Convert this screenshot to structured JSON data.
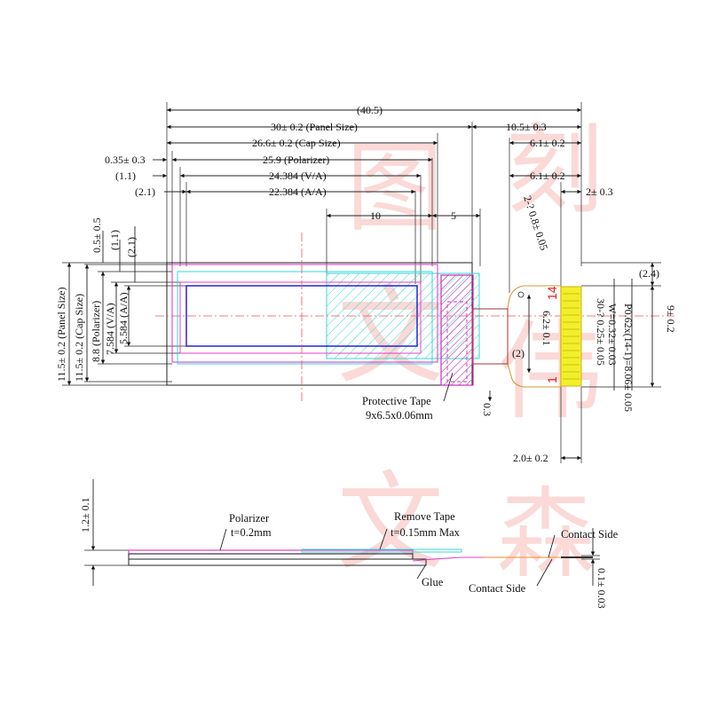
{
  "top_dims": {
    "overall": "(40.5)",
    "panel_size": "30± 0.2 (Panel Size)",
    "fpc_length": "10.5± 0.3",
    "cap_size": "26.6± 0.2 (Cap Size)",
    "fpc_a": "6.1± 0.2",
    "cap_offset": "0.35± 0.3",
    "polarizer": "25.9 (Polarizer)",
    "va_offset": "(1.1)",
    "va": "24.384 (V/A)",
    "fpc_b": "6.1± 0.2",
    "aa_offset": "(2.1)",
    "aa": "22.384 (A/A)",
    "fpc_c": "2± 0.3",
    "ref_10": "10",
    "ref_5": "5"
  },
  "left_dims": {
    "a": "0.5± 0.5",
    "b": "(1.1)",
    "c": "(2.1)",
    "panel_size": "11.5± 0.2 (Panel Size)",
    "cap_size": "11.5± 0.2 (Cap Size)",
    "polarizer": "8.8 (Polarizer)",
    "va": "7.584 (V/A)",
    "aa": "5.584 (A/A)"
  },
  "right_dims": {
    "top_offset": "(2.4)",
    "fpc_width": "9± 0.2",
    "pitch": "P0.62x(14-1)=8.06± 0.05",
    "w": "W=0.32± 0.03",
    "pin_dim": "6.2± 0.1",
    "pin_ref": "(2)",
    "bend_radius": "2-? 0.8± 0.05",
    "finger": "30-? 0.25± 0.05",
    "bottom": "2.0± 0.2"
  },
  "pins": {
    "first": "1",
    "last": "14"
  },
  "callouts": {
    "tape_line1": "Protective Tape",
    "tape_line2": "9x6.5x0.06mm",
    "tape_thk": "0.3"
  },
  "side_view": {
    "height": "1.2± 0.1",
    "polarizer_l1": "Polarizer",
    "polarizer_l2": "t=0.2mm",
    "remove_l1": "Remove Tape",
    "remove_l2": "t=0.15mm Max",
    "glue": "Glue",
    "contact_side_top": "Contact Side",
    "contact_side_bottom": "Contact Side",
    "fpc_thk": "0.1± 0.03"
  },
  "colors": {
    "magenta": "#e040c8",
    "cyan": "#3ad6d6",
    "blue": "#2424d8",
    "yellow": "#f2ef2a",
    "red": "#e11a1a",
    "orange": "#f0a050",
    "watermark": "#f08a84"
  }
}
